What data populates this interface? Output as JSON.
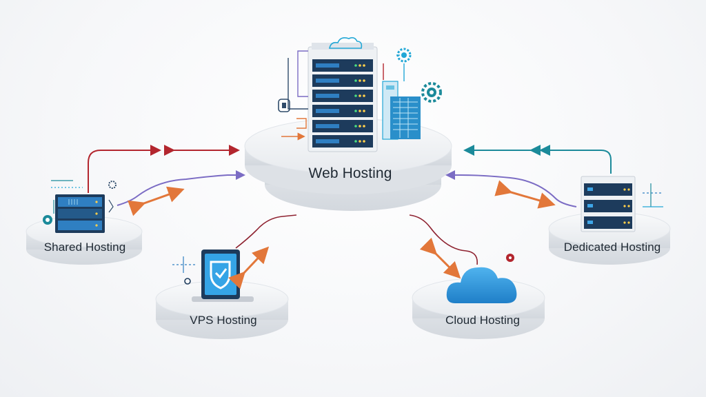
{
  "center": {
    "label": "Web Hosting"
  },
  "nodes": [
    {
      "id": "shared",
      "label": "Shared Hosting"
    },
    {
      "id": "vps",
      "label": "VPS Hosting"
    },
    {
      "id": "cloud",
      "label": "Cloud Hosting"
    },
    {
      "id": "dedicated",
      "label": "Dedicated Hosting"
    }
  ],
  "colors": {
    "server_dark": "#1d3b5c",
    "server_blue": "#2f7fc2",
    "accent_cyan": "#22a7d6",
    "arrow_red": "#b3262e",
    "arrow_orange": "#e2773a",
    "arrow_purple": "#7b6cc4",
    "arrow_teal": "#1b8a9a",
    "platform": "#e8ebef"
  },
  "icons": [
    "server-rack-icon",
    "cloud-icon",
    "building-icon",
    "gear-icon",
    "shield-tablet-icon",
    "lock-icon"
  ]
}
